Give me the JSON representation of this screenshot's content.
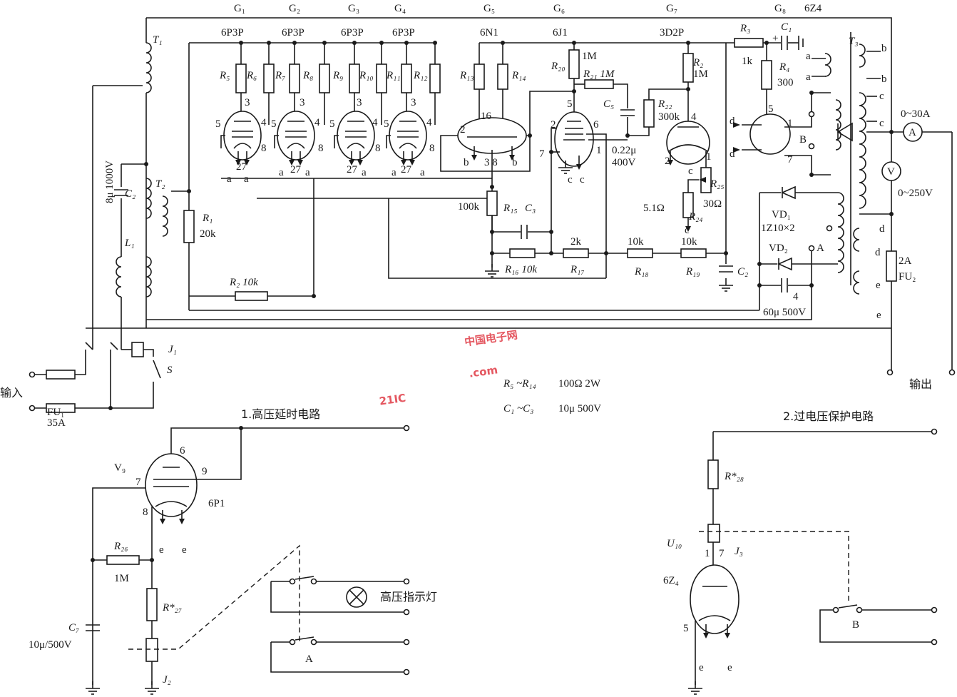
{
  "tubes_top": {
    "g1": "G₁",
    "g2": "G₂",
    "g3": "G₃",
    "g4": "G₄",
    "g5": "G₅",
    "g6": "G₆",
    "g7": "G₇",
    "g8": "G₈",
    "g8_type": "6Z4",
    "t1": "6P3P",
    "t2": "6P3P",
    "t3": "6P3P",
    "t4": "6P3P",
    "t5": "6N1",
    "t6": "6J1",
    "t7": "3D2P"
  },
  "transformers": {
    "t1": "T₁",
    "t2": "T₂",
    "t3": "T₃"
  },
  "left": {
    "cap_value": "8μ 1000V",
    "c2": "C₂",
    "l1": "L₁",
    "r1": "R₁",
    "r1_val": "20k",
    "r2": "R₂ 10k",
    "j1": "J₁",
    "s": "S",
    "input": "输入",
    "fu1": "FU₁",
    "fu1_val": "35A"
  },
  "power_resistors": [
    "R₅",
    "R₆",
    "R₇",
    "R₈",
    "R₉",
    "R₁₀",
    "R₁₁",
    "R₁₂"
  ],
  "pins": {
    "p3": "3",
    "p4": "4",
    "p5": "5",
    "p8": "8",
    "p27": "27",
    "a": "a",
    "p2": "2",
    "p16": "16",
    "p38": "3 8",
    "b": "b",
    "p7": "7",
    "p6": "6",
    "p1": "1",
    "c": "c"
  },
  "mid": {
    "r13": "R₁₃",
    "r14": "R₁₄",
    "r20": "R₂₀",
    "r20_val": "1M",
    "r21": "R₂₁ 1M",
    "c5": "C₅",
    "c5_val1": "0.22μ",
    "c5_val2": "400V",
    "r15_val": "100k",
    "r15": "R₁₅",
    "c3": "C₃",
    "r16": "R₁₆ 10k",
    "r17_val": "2k",
    "r17": "R₁₇",
    "r18_val": "10k",
    "r18": "R₁₈",
    "r19_val": "10k",
    "r19": "R₁₉",
    "c2": "C₂"
  },
  "g7area": {
    "r2": "R₂",
    "r2_val": "1M",
    "r22": "R₂₂",
    "r22_val": "300k",
    "p4": "4",
    "p2": "2",
    "p1": "1",
    "r24_val": "5.1Ω",
    "r24": "R₂₄",
    "r25": "R₂₅",
    "r25_val": "30Ω",
    "c": "c"
  },
  "right": {
    "r3": "R₃",
    "r3_val": "1k",
    "c1": "C₁",
    "plus": "+",
    "r4": "R₄",
    "r4_val": "300",
    "p5": "5",
    "p1": "1",
    "p7": "7",
    "d": "d",
    "a": "a",
    "b": "b",
    "c": "c",
    "e": "e",
    "B": "B",
    "A": "A",
    "vd1": "VD₁",
    "vd_type": "1Z10×2",
    "vd2": "VD₂",
    "cap4": "4",
    "cap_val": "60μ 500V",
    "ammeter": "A",
    "ammeter_range": "0~30A",
    "voltmeter": "V",
    "voltmeter_range": "0~250V",
    "fu2_val": "2A",
    "fu2": "FU₂",
    "output": "输出"
  },
  "notes": {
    "r_note_label": "R₅ ~R₁₄",
    "r_note_val": "100Ω 2W",
    "c_note_label": "C₁ ~C₃",
    "c_note_val": "10μ 500V"
  },
  "delay_circuit": {
    "title": "1.高压延时电路",
    "v9": "V₉",
    "p6": "6",
    "p9": "9",
    "p7": "7",
    "p8": "8",
    "type": "6P1",
    "e": "e",
    "r26": "R₂₆",
    "r26_val": "1M",
    "r27": "R*₂₇",
    "c7": "C₇",
    "c7_val": "10μ/500V",
    "j2": "J₂",
    "lamp": "高压指示灯",
    "a": "A"
  },
  "protection_circuit": {
    "title": "2.过电压保护电路",
    "r28": "R*₂₈",
    "u10": "U₁₀",
    "j3": "J₃",
    "p1": "1",
    "p7": "7",
    "type": "6Z₄",
    "p5": "5",
    "e": "e",
    "b": "B"
  },
  "watermark": {
    "brand": "21IC",
    "cn": "中国电子网",
    "com": ".com"
  }
}
